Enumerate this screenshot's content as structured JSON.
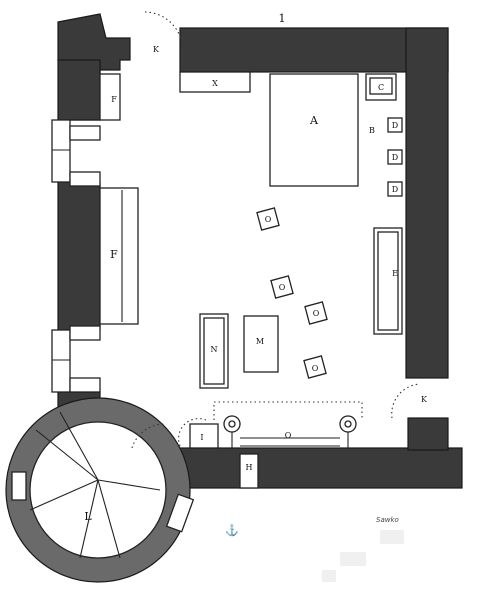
{
  "labels": {
    "A": "A",
    "B": "B",
    "C": "C",
    "D1": "D",
    "D2": "D",
    "D3": "D",
    "E": "E",
    "F_top": "F",
    "F_mid": "F",
    "H": "H",
    "I": "I",
    "K_top": "K",
    "K_right": "K",
    "L": "L",
    "M": "M",
    "N": "N",
    "O_big": "O",
    "O1": "O",
    "O2": "O",
    "O3": "O",
    "O4": "O",
    "X": "X"
  },
  "signature": "Sawko",
  "north_mark": "1"
}
